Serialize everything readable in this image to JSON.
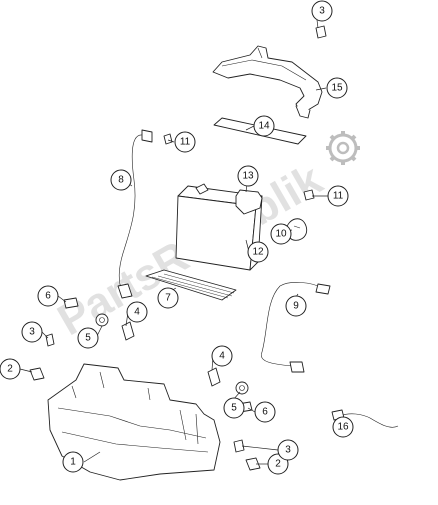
{
  "diagram": {
    "callouts": [
      {
        "label": "1"
      },
      {
        "label": "2"
      },
      {
        "label": "2"
      },
      {
        "label": "3"
      },
      {
        "label": "3"
      },
      {
        "label": "3"
      },
      {
        "label": "4"
      },
      {
        "label": "4"
      },
      {
        "label": "5"
      },
      {
        "label": "5"
      },
      {
        "label": "6"
      },
      {
        "label": "6"
      },
      {
        "label": "7"
      },
      {
        "label": "8"
      },
      {
        "label": "9"
      },
      {
        "label": "10"
      },
      {
        "label": "11"
      },
      {
        "label": "11"
      },
      {
        "label": "12"
      },
      {
        "label": "13"
      },
      {
        "label": "14"
      },
      {
        "label": "15"
      },
      {
        "label": "16"
      }
    ],
    "watermark": {
      "text": "PartsRepublik",
      "color": "#bdbdbd"
    },
    "icons": [
      "gear-icon"
    ],
    "colors": {
      "line": "#222222",
      "callout_fill": "#ffffff",
      "background": "#ffffff"
    }
  }
}
